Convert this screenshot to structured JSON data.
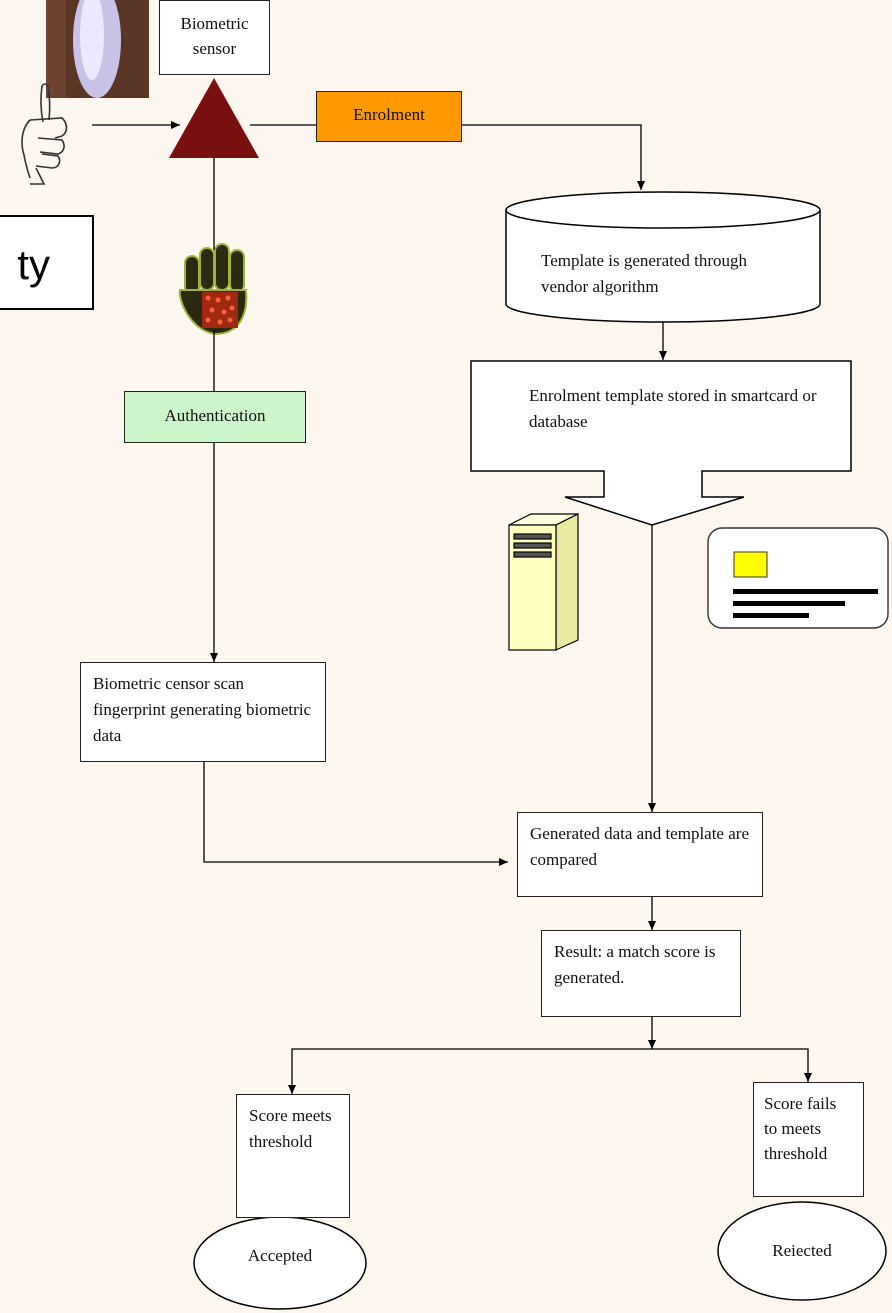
{
  "nodes": {
    "biometric_sensor": "Biometric sensor",
    "enrolment": "Enrolment",
    "template_generated": "Template is generated through vendor algorithm",
    "template_stored": "Enrolment template stored in smartcard or database",
    "authentication": "Authentication",
    "censor_scan": "Biometric censor scan fingerprint generating biometric data",
    "compared": "Generated data and template are compared",
    "result": "Result: a match score is generated.",
    "score_meets": "Score meets threshold",
    "score_fails": "Score fails to meets threshold",
    "accepted": "Accepted",
    "rejected": "Reiected"
  },
  "partial_label": "ty",
  "icons": [
    "finger-photo",
    "pointing-hand-icon",
    "hand-scan-icon",
    "server-icon",
    "smartcard-icon"
  ],
  "colors": {
    "sensor_triangle": "#7a0f0f",
    "enrolment_fill": "#ff9900",
    "authentication_fill": "#ccf5cc",
    "server_fill": "#ffffc0",
    "card_chip": "#ffff00",
    "background": "#fdf7ef"
  }
}
